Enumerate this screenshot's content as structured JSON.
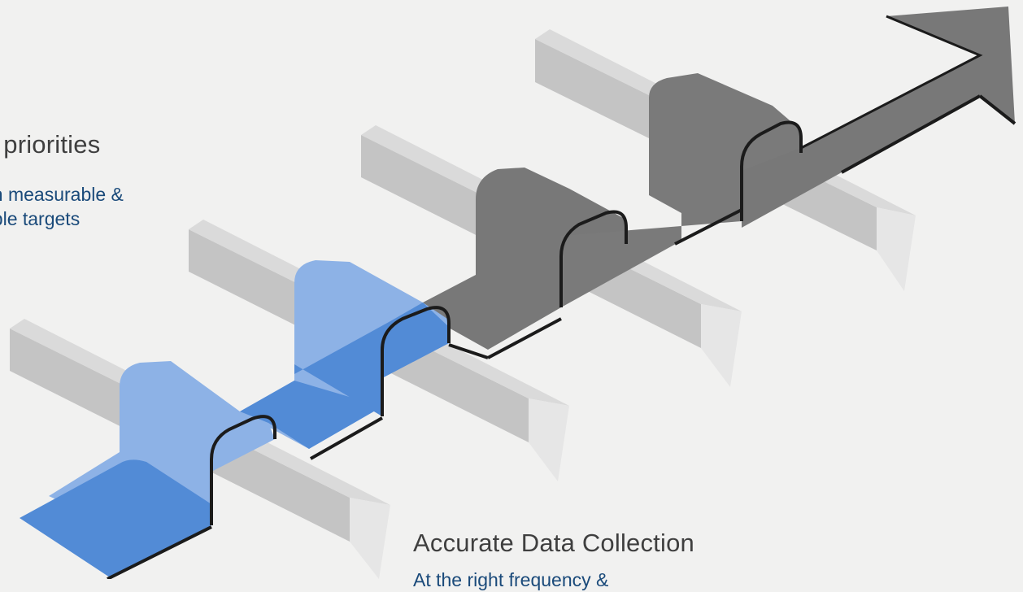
{
  "callout_top": {
    "title": "e priorities",
    "desc_line1": "on measurable &",
    "desc_line2": "able targets"
  },
  "callout_bottom": {
    "title": "Accurate Data Collection",
    "desc_line1": "At the right frequency &"
  },
  "colors": {
    "background": "#f1f1f0",
    "bar_top": "#dadada",
    "bar_side": "#c4c4c4",
    "bar_end": "#e6e6e6",
    "ribbon_blue": "#528bd6",
    "ribbon_blue_light": "#8db2e6",
    "ribbon_gray": "#787878",
    "ribbon_gray_dark": "#6a6a6a",
    "outline": "#1b1b1b",
    "title_text": "#3f3f3f",
    "desc_text": "#1a4a7a"
  },
  "icons": [
    "growth-arrow-icon"
  ]
}
